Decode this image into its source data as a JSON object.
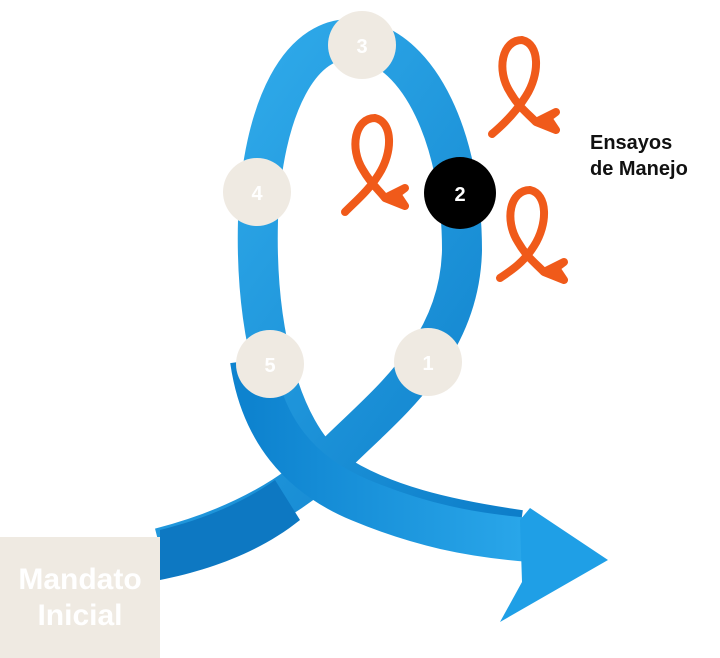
{
  "start_box": {
    "line1": "Mandato",
    "line2": "Inicial"
  },
  "steps": [
    {
      "label": "1",
      "state": "inactive"
    },
    {
      "label": "2",
      "state": "active"
    },
    {
      "label": "3",
      "state": "inactive"
    },
    {
      "label": "4",
      "state": "inactive"
    },
    {
      "label": "5",
      "state": "inactive"
    }
  ],
  "active_step_caption": {
    "line1": "Ensayos",
    "line2": "de Manejo"
  },
  "colors": {
    "loop_blue": "#1f9fe6",
    "loop_blue_dark": "#0d78c2",
    "step_inactive": "#efeae2",
    "step_active": "#000000",
    "ribbon_orange": "#f05a1a",
    "start_box": "#efeae2"
  },
  "icons": [
    "ribbon-icon",
    "ribbon-icon",
    "ribbon-icon"
  ]
}
